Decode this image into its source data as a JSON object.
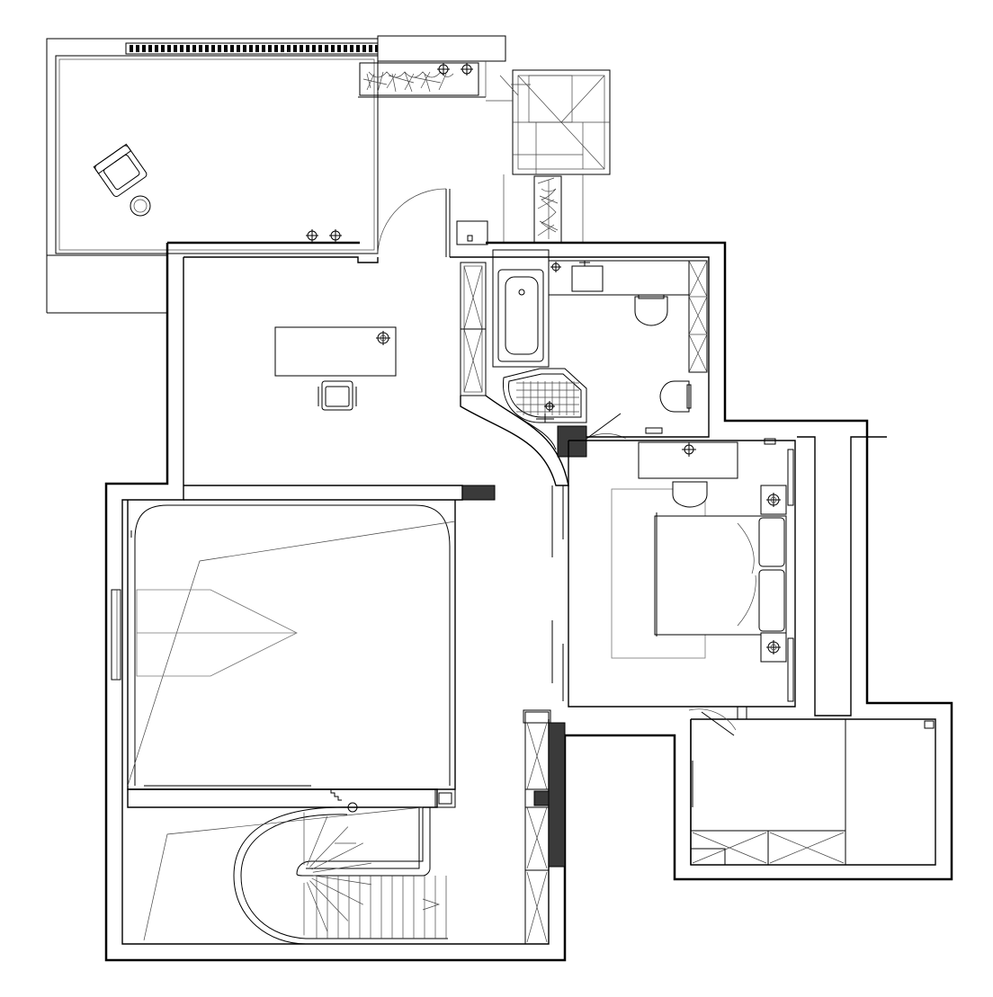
{
  "drawing": {
    "kind": "architectural-floor-plan",
    "background_color": "#ffffff",
    "line_color": "#000000",
    "infill_color": "#3a3a3a",
    "rooms": [
      "terrace",
      "study",
      "bathroom",
      "bedroom",
      "double-height-void",
      "stair-hall",
      "storage-room"
    ],
    "symbols": [
      "ceiling-light-symbol",
      "shrub-planter-symbol",
      "spiral-stair-symbol",
      "door-swing-symbol"
    ]
  }
}
